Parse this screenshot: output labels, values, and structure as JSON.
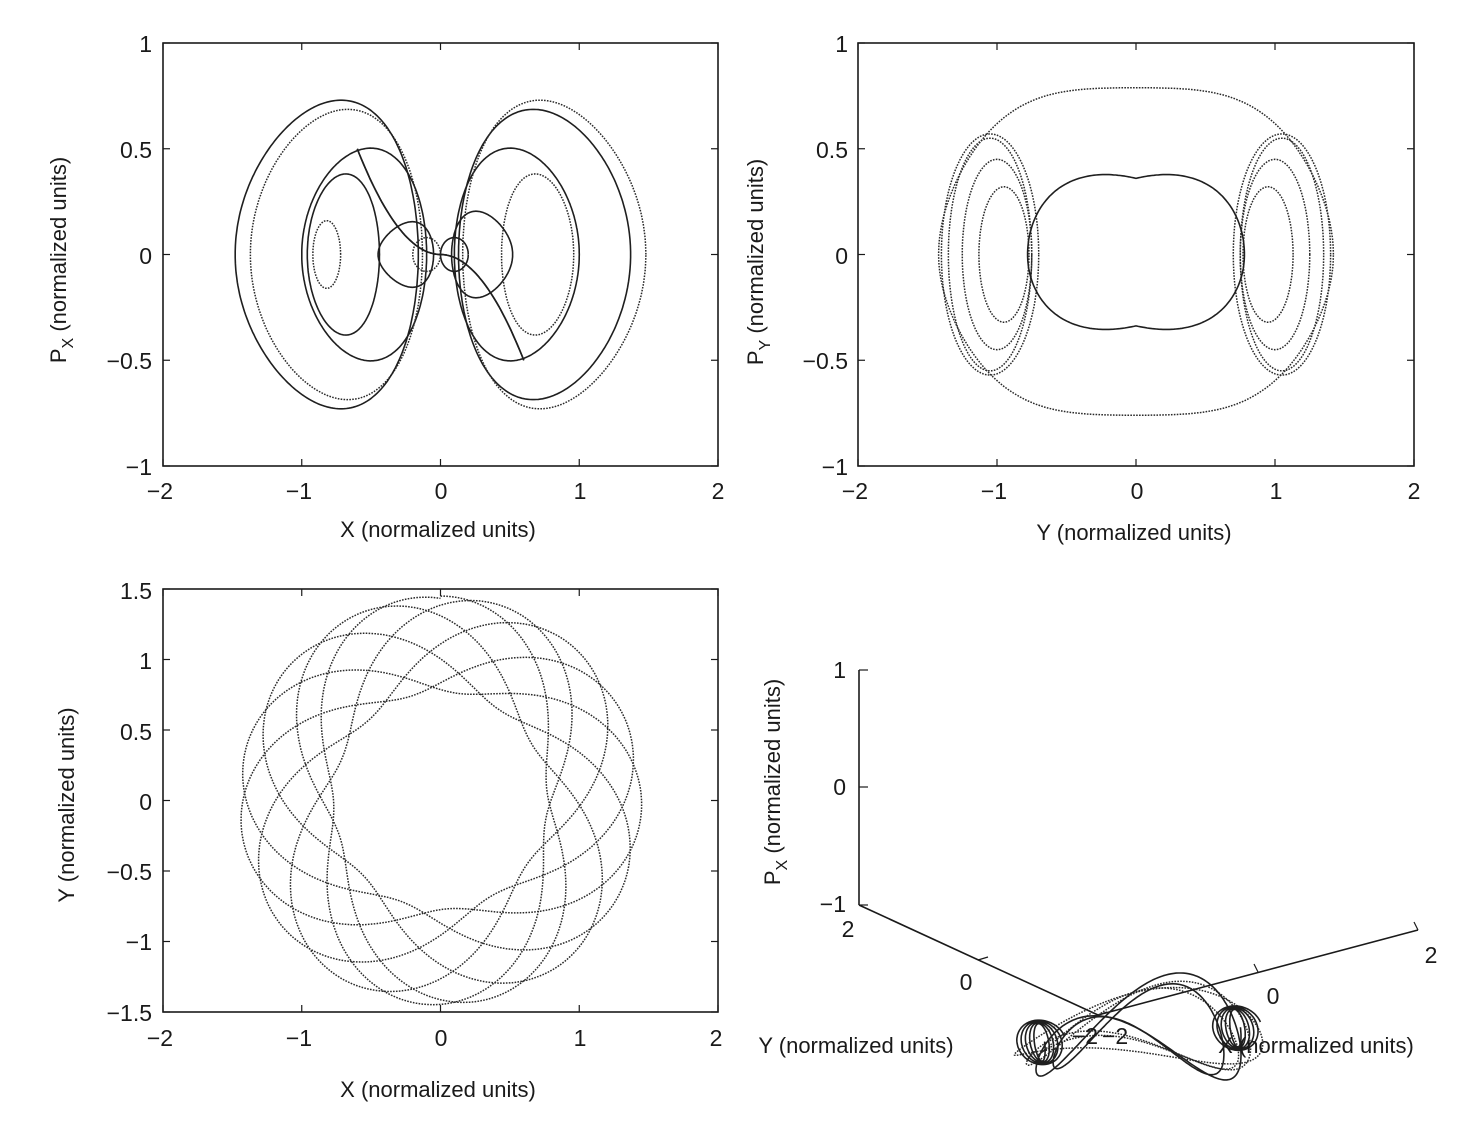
{
  "chart_data": [
    {
      "type": "line",
      "panel": "top-left",
      "xlabel": "X (normalized units)",
      "ylabel_main": "P",
      "ylabel_sub": "X",
      "ylabel_rest": " (normalized units)",
      "xlim": [
        -2,
        2
      ],
      "ylim": [
        -1,
        1
      ],
      "xticks": [
        -2,
        -1,
        0,
        1,
        2
      ],
      "xtick_labels": [
        "−2",
        "−1",
        "0",
        "1",
        "2"
      ],
      "yticks": [
        -1,
        -0.5,
        0,
        0.5,
        1
      ],
      "ytick_labels": [
        "−1",
        "−0.5",
        "0",
        "0.5",
        "1"
      ],
      "grid": false,
      "series": [
        {
          "kind": "loop",
          "cx": -0.82,
          "rx": 0.1,
          "ry": 0.16,
          "tilt": 0
        },
        {
          "kind": "loop",
          "cx": -0.7,
          "rx": 0.26,
          "ry": 0.38,
          "tilt": 0.1
        },
        {
          "kind": "loop",
          "cx": -0.55,
          "rx": 0.45,
          "ry": 0.5,
          "tilt": 0.12
        },
        {
          "kind": "loop",
          "cx": -0.75,
          "rx": 0.62,
          "ry": 0.68,
          "tilt": 0.15
        },
        {
          "kind": "loop",
          "cx": -0.82,
          "rx": 0.66,
          "ry": 0.72,
          "tilt": 0.18
        },
        {
          "kind": "loop",
          "cx": -0.25,
          "rx": 0.2,
          "ry": 0.15,
          "tilt": 0.2
        },
        {
          "kind": "loop",
          "cx": 0.7,
          "rx": 0.26,
          "ry": 0.38,
          "tilt": -0.1
        },
        {
          "kind": "loop",
          "cx": 0.55,
          "rx": 0.45,
          "ry": 0.5,
          "tilt": -0.12
        },
        {
          "kind": "loop",
          "cx": 0.75,
          "rx": 0.62,
          "ry": 0.68,
          "tilt": -0.15
        },
        {
          "kind": "loop",
          "cx": 0.82,
          "rx": 0.66,
          "ry": 0.72,
          "tilt": -0.18
        },
        {
          "kind": "loop",
          "cx": 0.3,
          "rx": 0.22,
          "ry": 0.2,
          "tilt": -0.2
        },
        {
          "kind": "loop",
          "cx": 0.1,
          "rx": 0.1,
          "ry": 0.08,
          "tilt": 0
        },
        {
          "kind": "loop",
          "cx": -0.1,
          "rx": 0.1,
          "ry": 0.08,
          "tilt": 0
        }
      ]
    },
    {
      "type": "line",
      "panel": "top-right",
      "xlabel": "Y (normalized units)",
      "ylabel_main": "P",
      "ylabel_sub": "Y",
      "ylabel_rest": " (normalized units)",
      "xlim": [
        -2,
        2
      ],
      "ylim": [
        -1,
        1
      ],
      "xticks": [
        -2,
        -1,
        0,
        1,
        2
      ],
      "xtick_labels": [
        "−2",
        "−1",
        "0",
        "1",
        "2"
      ],
      "yticks": [
        -1,
        -0.5,
        0,
        0.5,
        1
      ],
      "ytick_labels": [
        "−1",
        "−0.5",
        "0",
        "0.5",
        "1"
      ],
      "grid": false,
      "series": [
        {
          "kind": "ring",
          "cx": -1.05,
          "rx": 0.3,
          "ry": 0.55
        },
        {
          "kind": "ring",
          "cx": -1.05,
          "rx": 0.35,
          "ry": 0.57
        },
        {
          "kind": "ring",
          "cx": -1.0,
          "rx": 0.25,
          "ry": 0.45
        },
        {
          "kind": "ring",
          "cx": -0.95,
          "rx": 0.18,
          "ry": 0.32
        },
        {
          "kind": "ring",
          "cx": 1.05,
          "rx": 0.3,
          "ry": 0.55
        },
        {
          "kind": "ring",
          "cx": 1.05,
          "rx": 0.35,
          "ry": 0.57
        },
        {
          "kind": "ring",
          "cx": 1.0,
          "rx": 0.25,
          "ry": 0.45
        },
        {
          "kind": "ring",
          "cx": 0.95,
          "rx": 0.18,
          "ry": 0.32
        },
        {
          "kind": "envelope",
          "top": 0.83,
          "bottom": -0.8
        },
        {
          "kind": "inner",
          "top": 0.48,
          "bottom": -0.45
        }
      ]
    },
    {
      "type": "line",
      "panel": "bottom-left",
      "xlabel": "X (normalized units)",
      "ylabel": "Y (normalized units)",
      "xlim": [
        -2,
        2
      ],
      "ylim": [
        -1.5,
        1.5
      ],
      "xticks": [
        -2,
        -1,
        0,
        1,
        2
      ],
      "xtick_labels": [
        "−2",
        "−1",
        "0",
        "1",
        "2"
      ],
      "yticks": [
        -1.5,
        -1,
        -0.5,
        0,
        0.5,
        1,
        1.5
      ],
      "ytick_labels": [
        "−1.5",
        "−1",
        "−0.5",
        "0",
        "0.5",
        "1",
        "1.5"
      ],
      "grid": false,
      "series": [
        {
          "kind": "rosette",
          "r_min": 0.77,
          "r_max": 1.45,
          "lobes": 14
        }
      ]
    },
    {
      "type": "line",
      "panel": "bottom-right-3d",
      "xlabel": "X (normalized units)",
      "ylabel": "Y (normalized units)",
      "zlabel_main": "P",
      "zlabel_sub": "X",
      "zlabel_rest": " (normalized units)",
      "xlim": [
        -2,
        2
      ],
      "ylim": [
        -2,
        2
      ],
      "zlim": [
        -1,
        1
      ],
      "xtick_labels": [
        "−2",
        "0",
        "2"
      ],
      "ytick_labels": [
        "−2",
        "0",
        "2"
      ],
      "ztick_labels": [
        "−1",
        "0",
        "1"
      ],
      "grid": false
    }
  ]
}
